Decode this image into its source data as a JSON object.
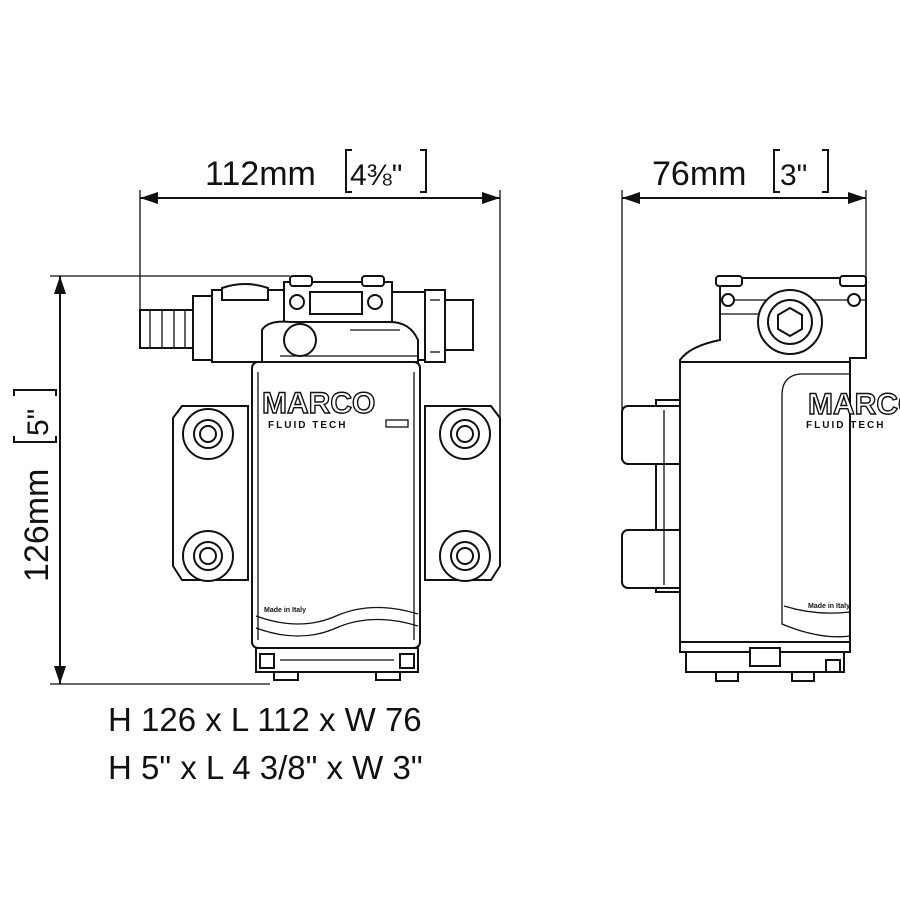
{
  "dimensions": {
    "length": {
      "value": "112mm",
      "imperial": "4⅜\""
    },
    "width": {
      "value": "76mm",
      "imperial": "3\""
    },
    "height": {
      "value": "126mm",
      "imperial": "5\""
    }
  },
  "summary": {
    "metric": "H 126 x L 112 x W 76",
    "imperial": "H 5\" x L 4 3/8\" x W 3\""
  },
  "logo": {
    "brand": "MARCO",
    "sub": "FLUID TECH",
    "made_in": "Made in Italy"
  }
}
